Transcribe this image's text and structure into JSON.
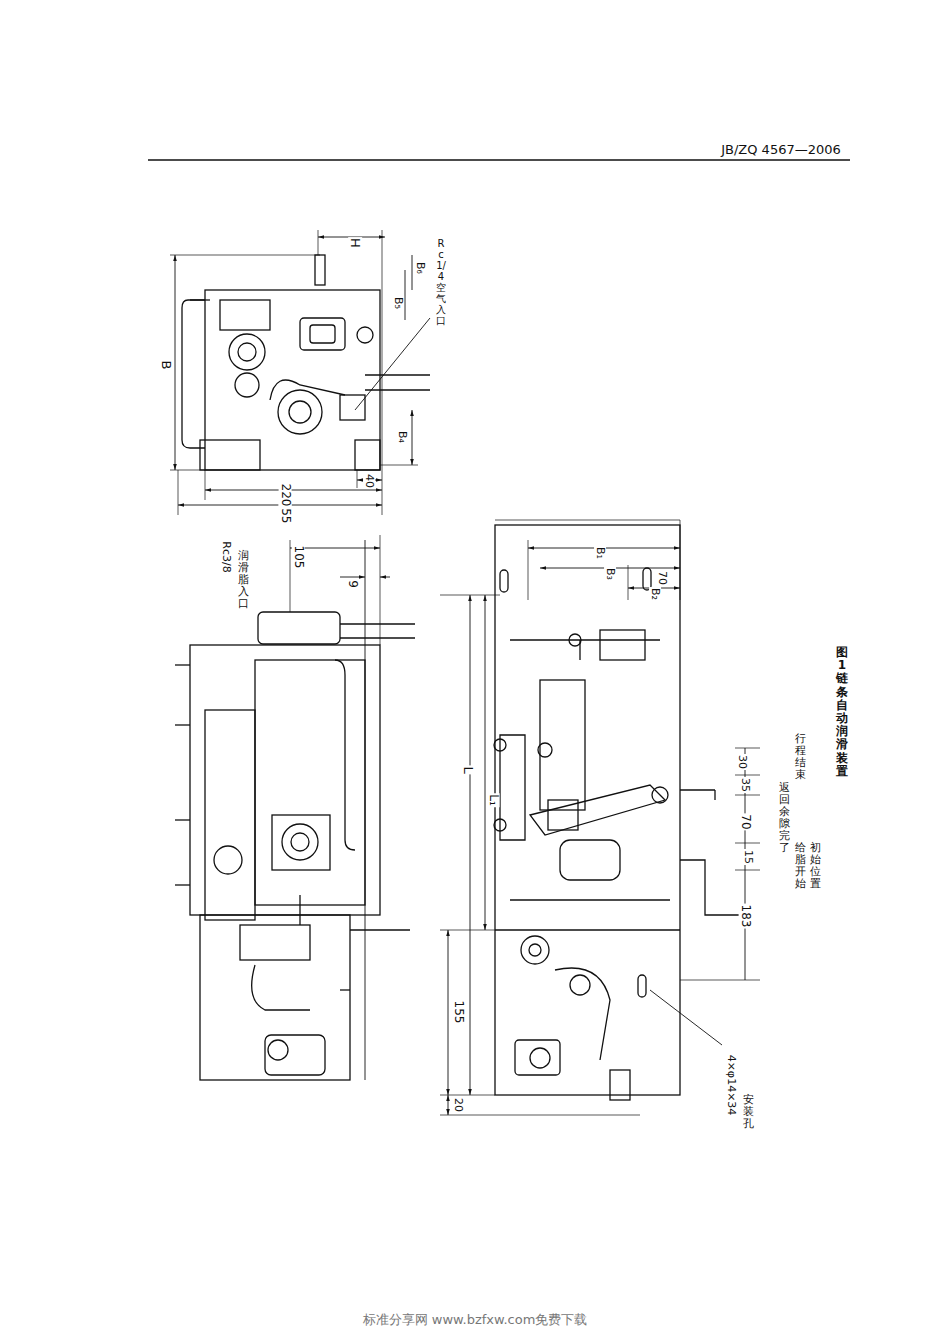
{
  "diagram": {
    "caption": "图1  链条自动润滑装置",
    "labels": [
      "JB/ZQ 4567—2006",
      "H",
      "B",
      "B₅",
      "B₆",
      "B₄",
      "Rc1/4空气入口",
      "255",
      "220",
      "40",
      "Rc3/8",
      "润滑脂入口",
      "105",
      "9",
      "L",
      "L₁",
      "155",
      "20",
      "B₁",
      "B₃",
      "B₂",
      "70",
      "183",
      "70",
      "15",
      "35",
      "30",
      "行程结束",
      "返回余隙完了",
      "给脂开始",
      "初始位置",
      "4×φ14×34",
      "安装孔",
      "标准分享网 www.bzfxw.com免费下载"
    ]
  }
}
